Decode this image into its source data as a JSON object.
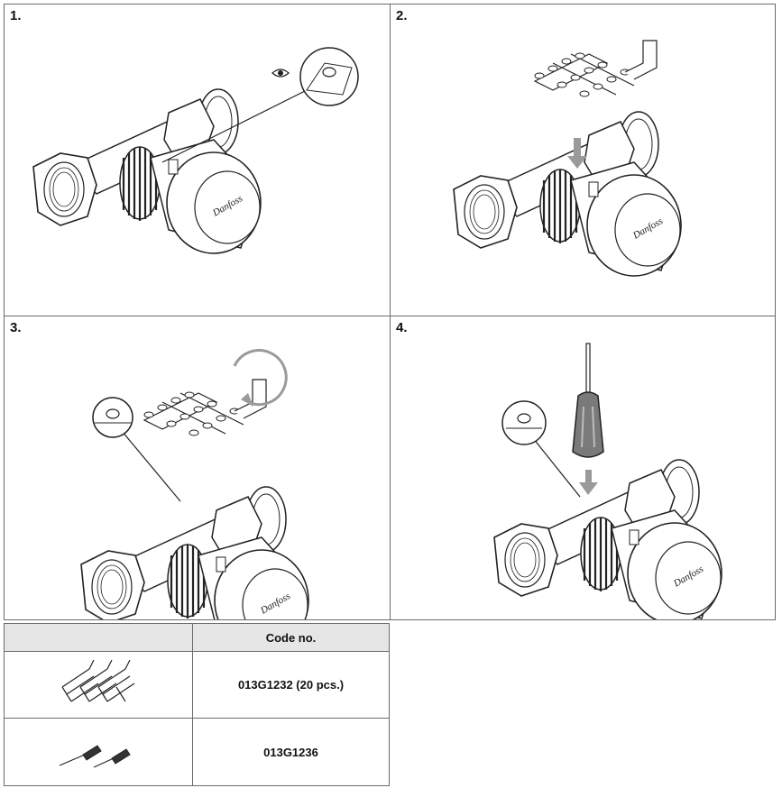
{
  "steps": [
    {
      "number": "1."
    },
    {
      "number": "2."
    },
    {
      "number": "3."
    },
    {
      "number": "4."
    }
  ],
  "table": {
    "header": {
      "image_col": "",
      "code_col": "Code no."
    },
    "rows": [
      {
        "image_icon": "clip-sprue-icon",
        "code": "013G1232 (20 pcs.)"
      },
      {
        "image_icon": "screwdriver-set-icon",
        "code": "013G1236"
      }
    ]
  },
  "colors": {
    "border": "#6b6b6b",
    "header_bg": "#e6e6e6",
    "arrow": "#9a9a9a",
    "screwdriver_handle": "#7a7a7a"
  }
}
